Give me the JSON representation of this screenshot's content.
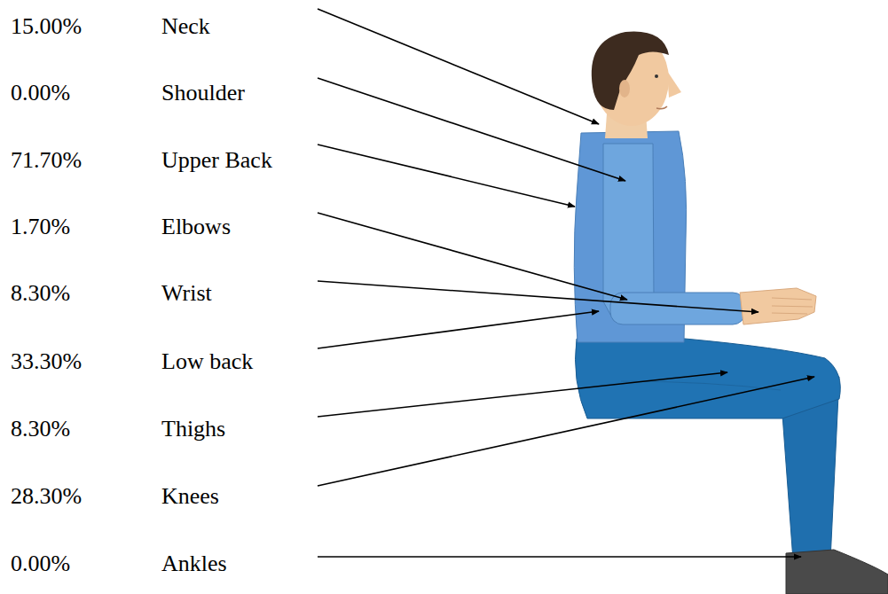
{
  "diagram": {
    "labels": [
      "15.00%",
      "Neck",
      "0.00%",
      "Shoulder",
      "71.70%",
      "Upper Back",
      "1.70%",
      "Elbows",
      "8.30%",
      "Wrist",
      "33.30%",
      "Low back",
      "8.30%",
      "Thighs",
      "28.30%",
      "Knees",
      "0.00%",
      "Ankles"
    ]
  }
}
